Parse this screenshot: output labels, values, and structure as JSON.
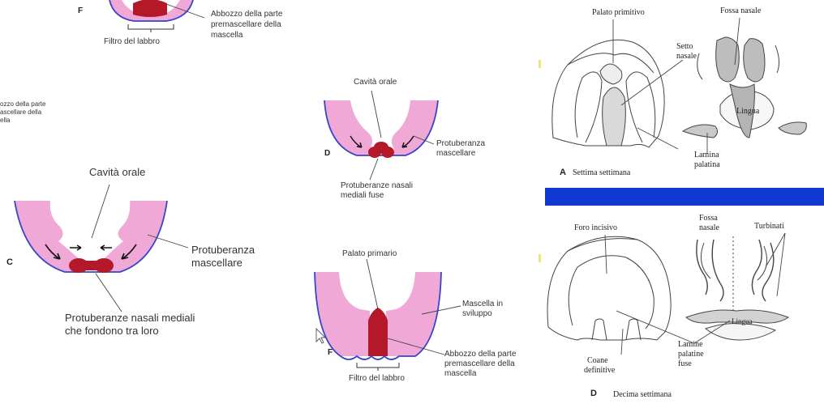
{
  "colors": {
    "tissue": "#f0a8d6",
    "tissue_edge": "#3646c8",
    "core": "#b4192a",
    "band": "#1238d4",
    "yellow_mark": "#f2e27a"
  },
  "panel_f_top": {
    "letter": "F",
    "philtrum": "Filtro del labbro",
    "premax_line1": "Abbozzo della parte",
    "premax_line2": "premascellare della",
    "premax_line3": "mascella"
  },
  "left_fragment": {
    "line1": "ozzo della parte",
    "line2": "ascellare della",
    "line3": "ella"
  },
  "panel_c": {
    "letter": "C",
    "oral": "Cavità orale",
    "maxillary_line1": "Protuberanza",
    "maxillary_line2": "mascellare",
    "nasal_line1": "Protuberanze nasali mediali",
    "nasal_line2": "che fondono tra loro"
  },
  "panel_d": {
    "letter": "D",
    "oral": "Cavità orale",
    "maxillary_line1": "Protuberanza",
    "maxillary_line2": "mascellare",
    "nasal_line1": "Protuberanze nasali",
    "nasal_line2": "mediali fuse"
  },
  "panel_f_bottom": {
    "letter": "F",
    "primary": "Palato primario",
    "maxilla_line1": "Mascella in",
    "maxilla_line2": "sviluppo",
    "premax_line1": "Abbozzo della parte",
    "premax_line2": "premascellare della",
    "premax_line3": "mascella",
    "philtrum": "Filtro del labbro"
  },
  "panel_a": {
    "letter": "A",
    "caption": "Settima settimana",
    "primitive": "Palato primitivo",
    "fossa": "Fossa nasale",
    "septum_line1": "Setto",
    "septum_line2": "nasale",
    "tongue": "Lingua",
    "lamina_line1": "Lamina",
    "lamina_line2": "palatina"
  },
  "panel_d_right": {
    "letter": "D",
    "caption": "Decima settimana",
    "incisive": "Foro incisivo",
    "fossa_line1": "Fossa",
    "fossa_line2": "nasale",
    "turbinates": "Turbinati",
    "tongue": "Lingua",
    "choanae_line1": "Coane",
    "choanae_line2": "definitive",
    "laminae_line1": "Lamine",
    "laminae_line2": "palatine",
    "laminae_line3": "fuse"
  }
}
